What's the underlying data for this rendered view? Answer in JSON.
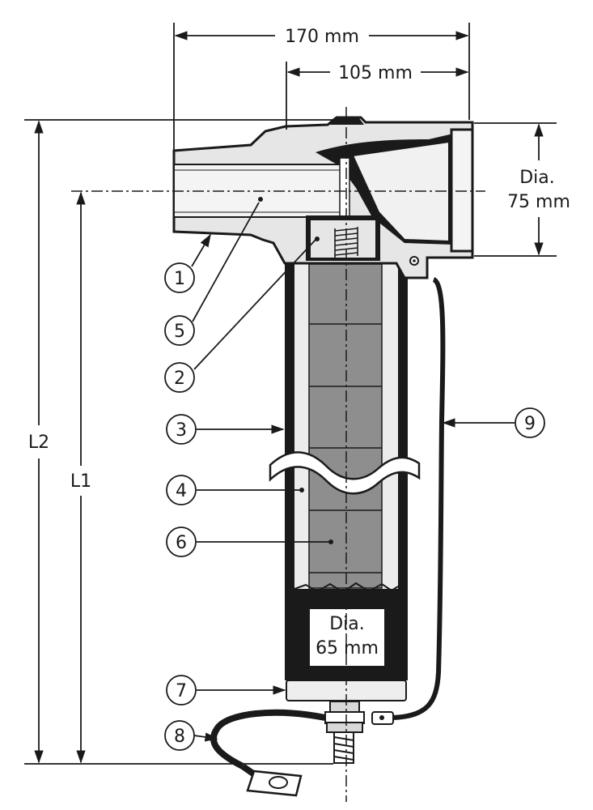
{
  "dimensions": {
    "width_170": "170 mm",
    "width_105": "105 mm",
    "dia_75_line1": "Dia.",
    "dia_75_line2": "75 mm",
    "dia_65_line1": "Dia.",
    "dia_65_line2": "65 mm",
    "l1": "L1",
    "l2": "L2"
  },
  "callouts": [
    "1",
    "2",
    "3",
    "4",
    "5",
    "6",
    "7",
    "8",
    "9"
  ],
  "colors": {
    "ink": "#1a1a1a",
    "housing_fill": "#e6e6e6",
    "housing_light": "#f4f4f4",
    "block_fill": "#8e8e8e",
    "cap_fill": "#eeeeee"
  }
}
